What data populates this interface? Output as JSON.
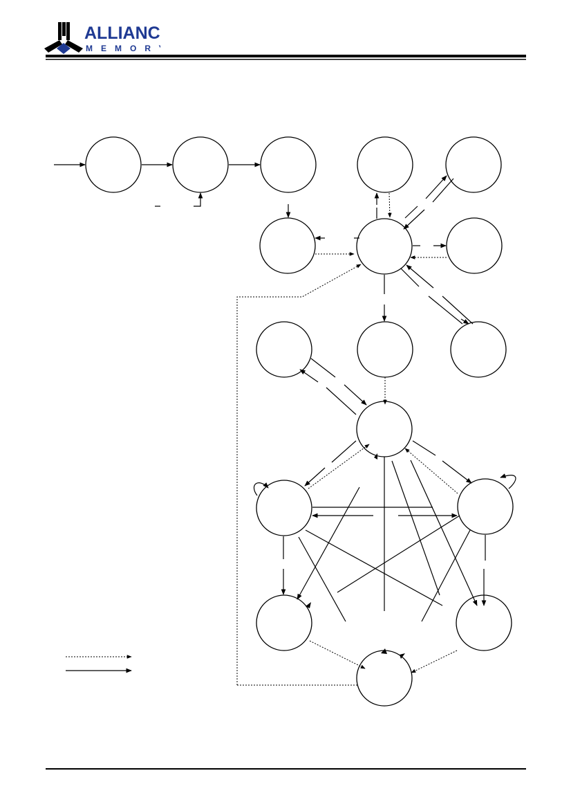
{
  "header": {
    "logo": {
      "word1": "ALLIANCE",
      "word2": "MEMORY",
      "brand_color": "#1f3a93"
    }
  },
  "diagram": {
    "states": [
      "",
      "",
      "",
      "",
      "",
      "",
      "",
      "",
      "",
      "",
      "",
      "",
      "",
      "",
      "",
      ""
    ],
    "legend": [
      {
        "style": "dotted",
        "label": ""
      },
      {
        "style": "solid",
        "label": ""
      }
    ]
  }
}
